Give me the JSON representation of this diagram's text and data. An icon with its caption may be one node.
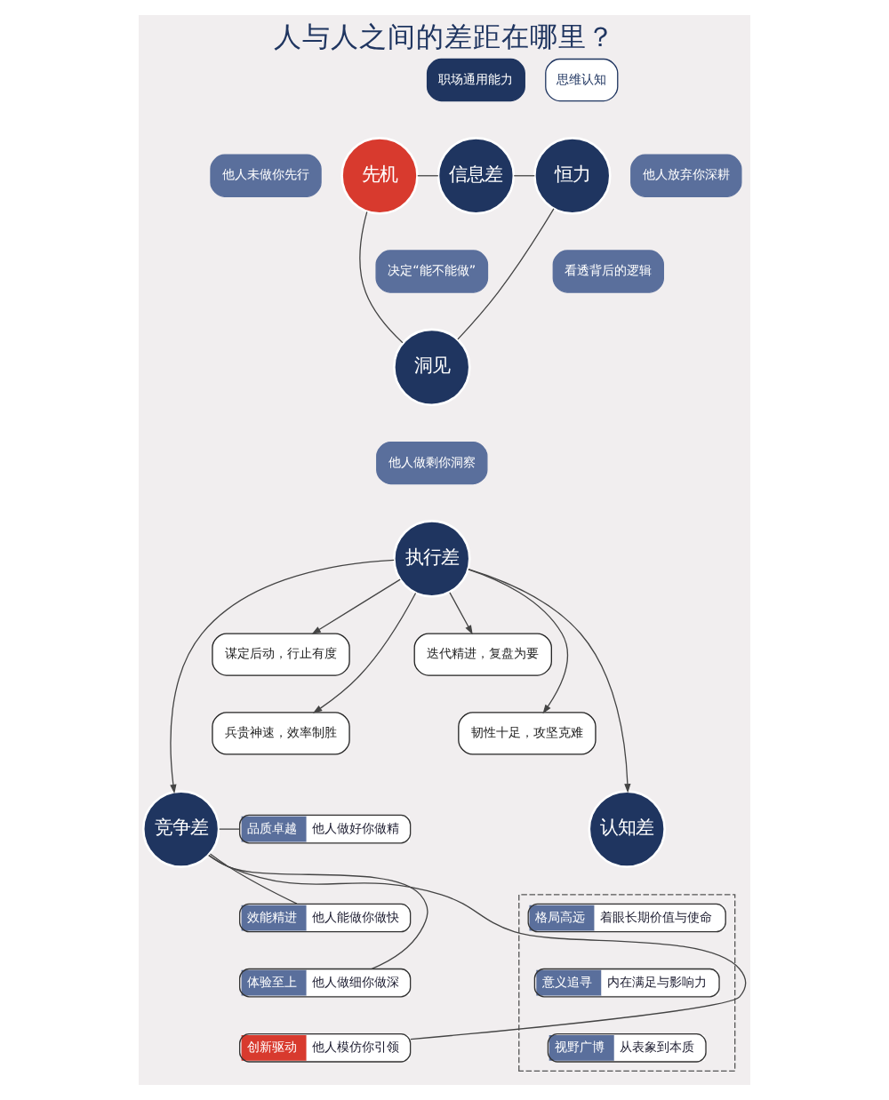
{
  "diagram": {
    "title": "人与人之间的差距在哪里？",
    "nodes": [
      {
        "text": [
          "信息差"
        ]
      },
      {
        "text": [
          "先机"
        ]
      },
      {
        "text": [
          "他人未做你先行"
        ]
      },
      {
        "text": [
          "恒力"
        ]
      },
      {
        "text": [
          "他人放弃你深耕"
        ]
      },
      {
        "text": [
          "决定“能不能做”"
        ]
      },
      {
        "text": [
          "看透背后的逻辑"
        ]
      },
      {
        "text": [
          "洞见"
        ]
      },
      {
        "text": [
          "他人做剩你洞察"
        ]
      },
      {
        "text": [
          "执行差"
        ]
      },
      {
        "text": [
          "谋定后动，行止有度"
        ]
      },
      {
        "text": [
          "兵贵神速，效率制胜"
        ]
      },
      {
        "text": [
          "迭代精进，复盘为要"
        ]
      },
      {
        "text": [
          "韧性十足，攻坚克难"
        ]
      },
      {
        "text": [
          "认知差"
        ]
      },
      {
        "text": [
          "竞争差"
        ]
      },
      {
        "text": [
          "品质卓越",
          "他人做好你做精"
        ]
      },
      {
        "text": [
          "效能精进",
          "他人能做你做快"
        ]
      },
      {
        "text": [
          "体验至上",
          "他人做细你做深"
        ]
      },
      {
        "text": [
          "创新驱动",
          "他人模仿你引领"
        ]
      },
      {
        "text": [],
        "shape": "box"
      },
      {
        "text": [
          "格局高远",
          "着眼长期价值与使命"
        ],
        "in": 20
      },
      {
        "text": [
          "意义追寻",
          "内在满足与影响力"
        ],
        "in": 20
      },
      {
        "text": [
          "视野广博",
          "从表象到本质"
        ],
        "in": 20
      }
    ],
    "edges": [
      {
        "from": 1,
        "to": 0,
        "arrow": "none"
      },
      {
        "from": 0,
        "to": 3,
        "arrow": "none"
      },
      {
        "from": 1,
        "to": 7,
        "arrow": "none"
      },
      {
        "from": 3,
        "to": 7,
        "arrow": "none"
      },
      {
        "from": 9,
        "to": 10,
        "arrow": "to"
      },
      {
        "from": 9,
        "to": 11,
        "arrow": "to"
      },
      {
        "from": 9,
        "to": 12,
        "arrow": "to"
      },
      {
        "from": 9,
        "to": 13,
        "arrow": "to"
      },
      {
        "from": 9,
        "to": 14,
        "arrow": "to"
      },
      {
        "from": 9,
        "to": 15,
        "arrow": "to"
      },
      {
        "from": 15,
        "to": 16,
        "arrow": "none"
      },
      {
        "from": 15,
        "to": 17,
        "arrow": "none"
      },
      {
        "from": 15,
        "to": 18,
        "arrow": "none"
      },
      {
        "from": 15,
        "to": 19,
        "arrow": "none"
      }
    ],
    "labels": [
      "职场通用能力",
      "思维认知"
    ]
  }
}
